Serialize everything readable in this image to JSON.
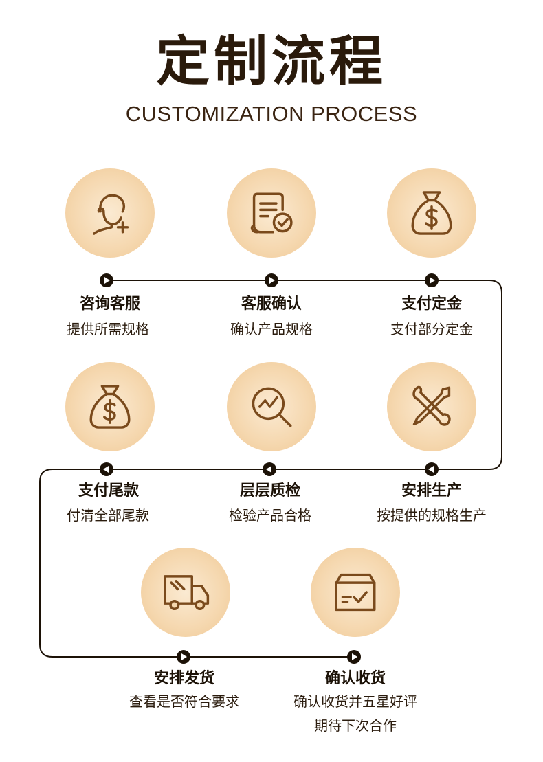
{
  "header": {
    "title": "定制流程",
    "subtitle": "CUSTOMIZATION PROCESS"
  },
  "colors": {
    "accent": "#7a4a1c",
    "circle": "#f5d7ae",
    "text": "#1c1207"
  },
  "steps": [
    {
      "title": "咨询客服",
      "desc": [
        "提供所需规格"
      ],
      "icon": "customer-service-icon"
    },
    {
      "title": "客服确认",
      "desc": [
        "确认产品规格"
      ],
      "icon": "document-check-icon"
    },
    {
      "title": "支付定金",
      "desc": [
        "支付部分定金"
      ],
      "icon": "money-bag-icon"
    },
    {
      "title": "支付尾款",
      "desc": [
        "付清全部尾款"
      ],
      "icon": "money-bag-icon"
    },
    {
      "title": "层层质检",
      "desc": [
        "检验产品合格"
      ],
      "icon": "magnifier-chart-icon"
    },
    {
      "title": "安排生产",
      "desc": [
        "按提供的规格生产"
      ],
      "icon": "wrench-screwdriver-icon"
    },
    {
      "title": "安排发货",
      "desc": [
        "查看是否符合要求"
      ],
      "icon": "delivery-truck-icon"
    },
    {
      "title": "确认收货",
      "desc": [
        "确认收货并五星好评",
        "期待下次合作"
      ],
      "icon": "package-check-icon"
    }
  ]
}
